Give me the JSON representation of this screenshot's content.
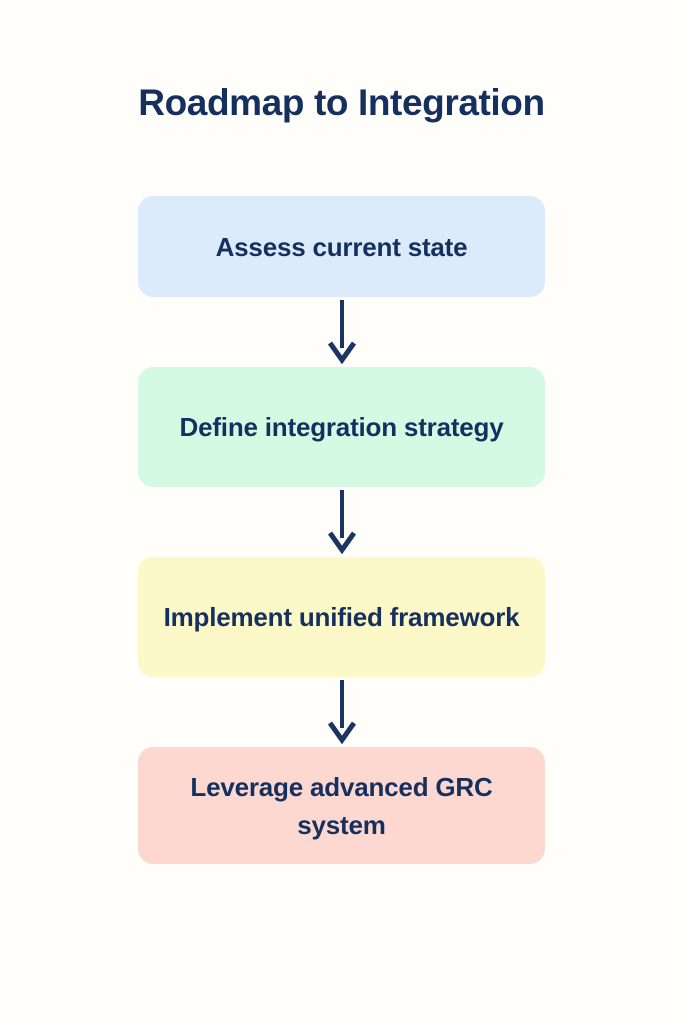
{
  "page": {
    "title": "Roadmap to Integration",
    "background_color": "#fffefa",
    "text_color": "#15305e"
  },
  "chart_data": {
    "type": "diagram",
    "subtype": "vertical-flowchart",
    "title": "Roadmap to Integration",
    "orientation": "top-to-bottom",
    "node_count": 4,
    "connector_count": 3,
    "connector_style": "straight-line-with-arrowhead",
    "connector_color": "#1c3461",
    "nodes": [
      {
        "id": "step-1",
        "label": "Assess current state",
        "fill": "#dcebfb",
        "text_color": "#15305e",
        "lines": 1
      },
      {
        "id": "step-2",
        "label": "Define integration strategy",
        "fill": "#d5fae4",
        "text_color": "#15305e",
        "lines": 2
      },
      {
        "id": "step-3",
        "label": "Implement unified framework",
        "fill": "#fdf8c7",
        "text_color": "#15305e",
        "lines": 2
      },
      {
        "id": "step-4",
        "label": "Leverage advanced GRC system",
        "fill": "#fcd8d0",
        "text_color": "#15305e",
        "lines": 2
      }
    ],
    "edges": [
      {
        "from": "step-1",
        "to": "step-2"
      },
      {
        "from": "step-2",
        "to": "step-3"
      },
      {
        "from": "step-3",
        "to": "step-4"
      }
    ]
  }
}
